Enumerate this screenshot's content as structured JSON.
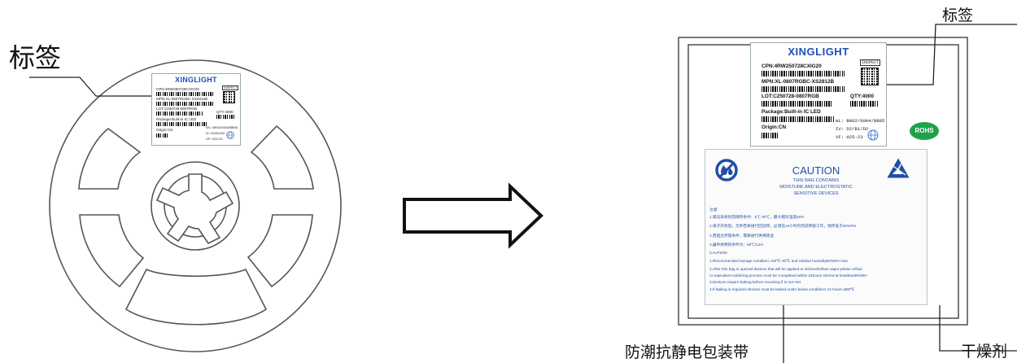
{
  "left_reel": {
    "callout_label": "标签",
    "label": {
      "brand": "XINGLIGHT",
      "cpn": "CPN:4RW250728CXIG20",
      "mpn": "MPN:XL-0807RGBC-XS2812B",
      "lot": "LOT:C250728-0807RGB",
      "qty": "QTY:4000",
      "package": "Package:Built-in IC LED",
      "origin": "Origin:CN",
      "wl": "WL: BR02/0004/BB05",
      "iv": "IV: D2/B1/D2",
      "vf": "VF: H25-23",
      "inspect": "INSPECT"
    }
  },
  "right_bag": {
    "callout_label": "标签",
    "bag_label": "防潮抗静电包装带",
    "desiccant_label": "干燥剂",
    "label": {
      "brand": "XINGLIGHT",
      "cpn": "CPN:4RW250728CXIG20",
      "mpn": "MPN:XL-0807RGBC-XS2812B",
      "lot": "LOT:C250728-0807RGB",
      "qty": "QTY:4000",
      "package": "Package:Built-in IC LED",
      "origin": "Origin:CN",
      "wl": "WL: BR02/0004/BB05",
      "iv": "IV: D2/B1/D2",
      "vf": "VF: H25-23",
      "inspect": "INSPECT"
    },
    "rohs": "ROHS",
    "caution": {
      "title": "CAUTION",
      "sub1": "THIS BAG CONTAINS",
      "sub2": "MOISTURE AND ELECTROSTATIC",
      "sub3": "SENSITIVE DEVICES",
      "lines": [
        "注意:",
        "1.建议未拆封前储存条件：5℃-30℃，最大相对湿度60%",
        "2.袋子开封后，元件若将进行回流焊，必须在24小时内完成焊接工作，储存低于60%RH",
        "3.若超出存放条件，需要进行烘烤除湿",
        "3.器件烘烤的条件为：60℃/12H",
        "CAUTION:",
        "1.Recommended storage condition: At5℃-30℃ and relative humidity60%RH max",
        "2.After this bag is opened devices that will be applied to infrared/reflow vapor-phase reflow",
        "or equivalent soldering process must be Completed within 24hours Stored at lessthan60%RH",
        "3.Devices require baking before mounting if is not met",
        "4.If baking is required devices must be baked under below conditions 12 hours at60℃"
      ]
    }
  }
}
